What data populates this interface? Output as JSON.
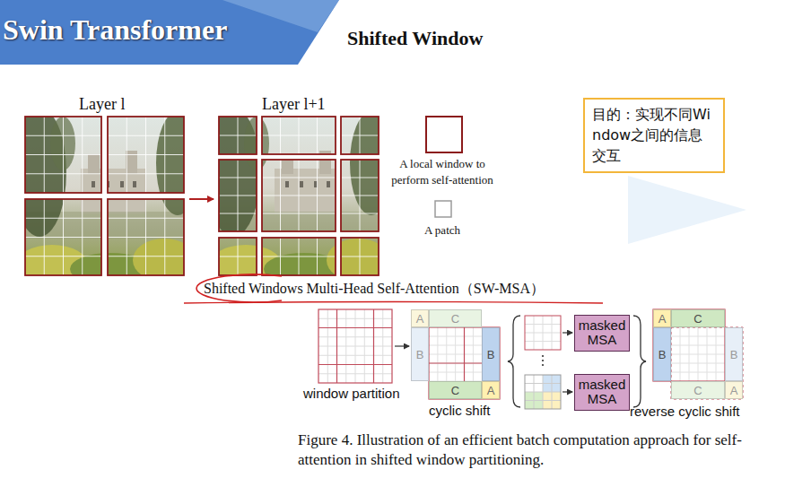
{
  "diagram": {
    "title": "Shifted Window",
    "caption": "Figure 4. Illustration of an efficient batch computation approach for self-attention in shifted window partitioning.",
    "nodes": [
      {
        "text": [
          "Swin Transformer"
        ]
      },
      {
        "text": [
          "目的：实现不同Window之间的信息交互"
        ]
      },
      {
        "text": [
          "A"
        ]
      },
      {
        "text": [
          "C"
        ]
      },
      {
        "text": [
          "B"
        ]
      },
      {
        "text": [
          "B"
        ]
      },
      {
        "text": [
          "C"
        ]
      },
      {
        "text": [
          "A"
        ]
      },
      {
        "text": [
          "masked MSA"
        ]
      },
      {
        "text": [
          "masked MSA"
        ]
      },
      {
        "text": [
          "A"
        ]
      },
      {
        "text": [
          "C"
        ]
      },
      {
        "text": [
          "B"
        ]
      },
      {
        "text": [
          "B"
        ]
      },
      {
        "text": [
          "C"
        ]
      },
      {
        "text": [
          "A"
        ]
      }
    ],
    "labels": [
      "Layer l",
      "Layer l+1",
      "Shifted Windows Multi-Head Self-Attention（SW-MSA）",
      "window partition",
      "cyclic shift",
      "reverse cyclic shift"
    ],
    "legend": [
      {
        "text": "A local window to perform self-attention"
      },
      {
        "text": "A patch"
      }
    ]
  }
}
